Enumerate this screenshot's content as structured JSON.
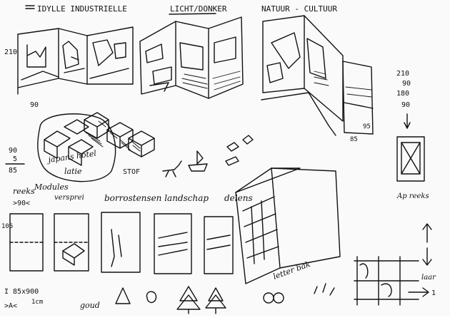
{
  "header": {
    "title_line": "IDYLLE INDUSTRIELLE",
    "light_dark": "LICHT/DONKER",
    "nature_culture": "NATUUR - CULTUUR"
  },
  "annotations": {
    "dim_210_left": "210",
    "dim_90_left": "90",
    "dim_90_right_a": "210",
    "dim_90_right_b": "90",
    "dim_180_right": "180",
    "dim_90_right_c": "90",
    "dim_95_right": "95",
    "dim_85": "85",
    "frac_top": "90",
    "frac_mid": "5",
    "frac_bot": "85",
    "japans_text": "japans hotel",
    "japans_text2": "latie",
    "stof": "STOF",
    "reeks_label": "reeks",
    "modules_label": "Modules",
    "kn_label": ">90<",
    "verspreid": "versprei",
    "borderland": "borrostensen landschap",
    "delens": "delens",
    "letter_kast": "letter bak",
    "dim_105": "105",
    "dim_85x900": "I 85x900",
    "dim_cm": "1cm",
    "arrow_small": ">A<",
    "goud": "goud",
    "ap_reeks": "Ap reeks",
    "uur": "laar",
    "one": "1"
  }
}
